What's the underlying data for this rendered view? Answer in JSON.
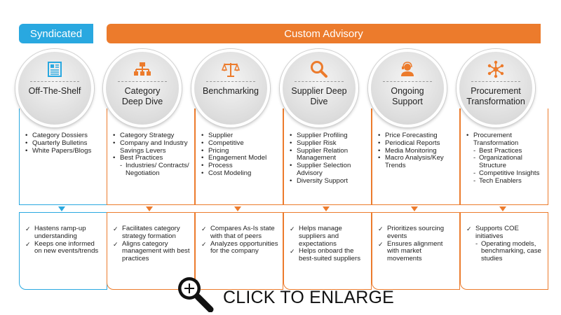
{
  "banners": {
    "syndicated": "Syndicated",
    "custom_advisory": "Custom Advisory"
  },
  "colors": {
    "blue": "#29a8e0",
    "orange": "#ec7b2c"
  },
  "columns": [
    {
      "title_lines": [
        "Off-The-Shelf"
      ],
      "icon": "document-icon",
      "features": [
        {
          "t": "Category Dossiers"
        },
        {
          "t": "Quarterly Bulletins"
        },
        {
          "t": "White Papers/Blogs"
        }
      ],
      "benefits": [
        {
          "t": "Hastens ramp-up understanding"
        },
        {
          "t": "Keeps one informed on new events/trends"
        }
      ]
    },
    {
      "title_lines": [
        "Category",
        "Deep Dive"
      ],
      "icon": "org-chart-icon",
      "features": [
        {
          "t": "Category Strategy"
        },
        {
          "t": "Company and Industry Savings Levers"
        },
        {
          "t": "Best Practices"
        },
        {
          "t": "Industries/ Contracts/ Negotiation",
          "sub": true
        }
      ],
      "benefits": [
        {
          "t": "Facilitates category strategy formation"
        },
        {
          "t": "Aligns category management with best practices"
        }
      ]
    },
    {
      "title_lines": [
        "Benchmarking"
      ],
      "icon": "scales-icon",
      "features": [
        {
          "t": "Supplier"
        },
        {
          "t": "Competitive"
        },
        {
          "t": "Pricing"
        },
        {
          "t": "Engagement Model"
        },
        {
          "t": "Process"
        },
        {
          "t": "Cost Modeling"
        }
      ],
      "benefits": [
        {
          "t": "Compares As-Is state with that of peers"
        },
        {
          "t": "Analyzes opportunities for the company"
        }
      ]
    },
    {
      "title_lines": [
        "Supplier Deep",
        "Dive"
      ],
      "icon": "magnifier-icon",
      "features": [
        {
          "t": "Supplier Profiling"
        },
        {
          "t": "Supplier Risk"
        },
        {
          "t": "Supplier Relation Management"
        },
        {
          "t": "Supplier Selection Advisory"
        },
        {
          "t": "Diversity Support"
        }
      ],
      "benefits": [
        {
          "t": "Helps manage suppliers and expectations"
        },
        {
          "t": "Helps onboard the best-suited suppliers"
        }
      ]
    },
    {
      "title_lines": [
        "Ongoing",
        "Support"
      ],
      "icon": "support-agent-icon",
      "features": [
        {
          "t": "Price Forecasting"
        },
        {
          "t": "Periodical Reports"
        },
        {
          "t": "Media Monitoring"
        },
        {
          "t": "Macro Analysis/Key Trends"
        }
      ],
      "benefits": [
        {
          "t": "Prioritizes sourcing events"
        },
        {
          "t": "Ensures alignment with market movements"
        }
      ]
    },
    {
      "title_lines": [
        "Procurement",
        "Transformation"
      ],
      "icon": "network-icon",
      "features": [
        {
          "t": "Procurement Transformation"
        },
        {
          "t": "Best Practices",
          "sub": true
        },
        {
          "t": "Organizational Structure",
          "sub": true
        },
        {
          "t": "Competitive Insights",
          "sub": true
        },
        {
          "t": "Tech Enablers",
          "sub": true
        }
      ],
      "benefits": [
        {
          "t": "Supports COE initiatives"
        },
        {
          "t": "Operating models, benchmarking, case studies",
          "sub": true
        }
      ]
    }
  ],
  "enlarge": {
    "label": "CLICK TO ENLARGE",
    "icon": "zoom-in-icon"
  }
}
